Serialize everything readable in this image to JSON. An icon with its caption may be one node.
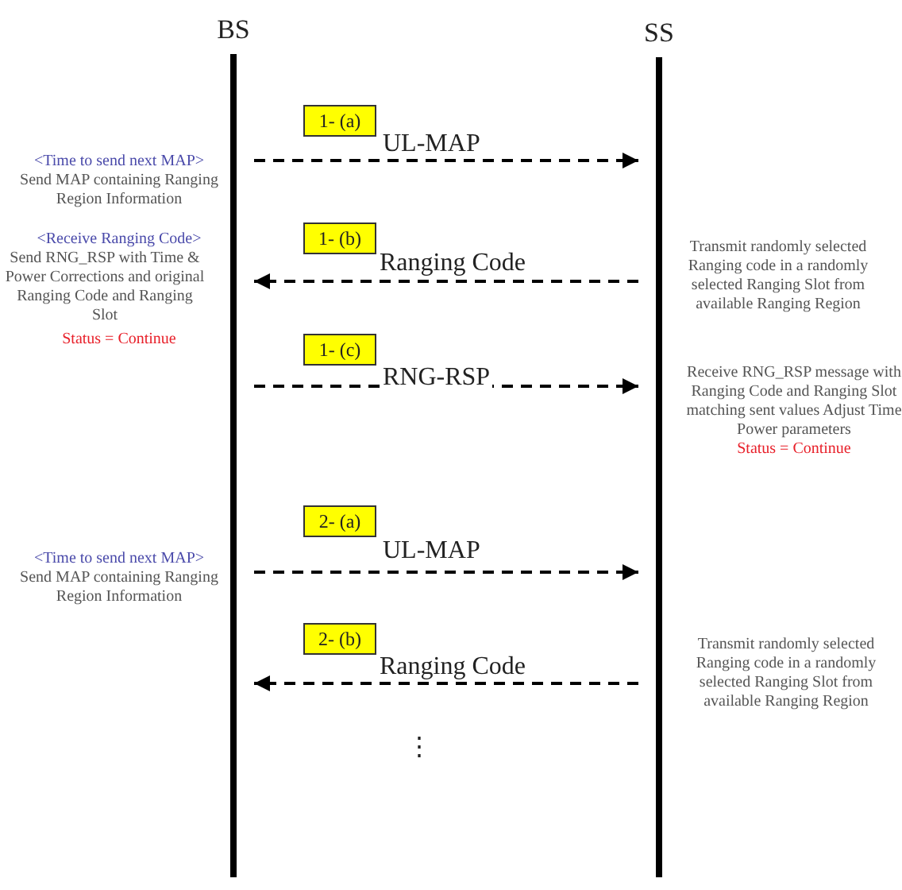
{
  "diagram": {
    "nodes": [
      {
        "text": [
          "BS"
        ]
      },
      {
        "text": [
          "SS"
        ]
      },
      {
        "text": [
          "1- (a)"
        ]
      },
      {
        "text": [
          "1- (b)"
        ]
      },
      {
        "text": [
          "1- (c)"
        ]
      },
      {
        "text": [
          "2- (a)"
        ]
      },
      {
        "text": [
          "2- (b)"
        ]
      }
    ],
    "edges": [
      {
        "from": 0,
        "to": 1,
        "arrow": "to",
        "label": "UL-MAP",
        "style": "dashed"
      },
      {
        "from": 1,
        "to": 0,
        "arrow": "to",
        "label": "Ranging Code",
        "style": "dashed"
      },
      {
        "from": 0,
        "to": 1,
        "arrow": "to",
        "label": "RNG-RSP",
        "style": "dashed"
      },
      {
        "from": 0,
        "to": 1,
        "arrow": "to",
        "label": "UL-MAP",
        "style": "dashed"
      },
      {
        "from": 1,
        "to": 0,
        "arrow": "to",
        "label": "Ranging Code",
        "style": "dashed"
      }
    ],
    "labels": [
      "<Time to send next MAP>",
      "Send MAP containing Ranging Region Information",
      "<Receive Ranging Code>",
      "Send RNG_RSP with Time & Power Corrections and original Ranging Code and Ranging Slot",
      "Status = Continue",
      "Transmit randomly selected Ranging code in a randomly selected Ranging Slot from available Ranging Region",
      "Receive RNG_RSP message with Ranging Code and Ranging Slot matching sent values Adjust Time Power parameters",
      "Status = Continue",
      "<Time to send next MAP>",
      "Send MAP containing Ranging Region Information",
      "Transmit randomly selected Ranging code in a randomly selected Ranging Slot from available Ranging Region",
      "⋮"
    ]
  }
}
